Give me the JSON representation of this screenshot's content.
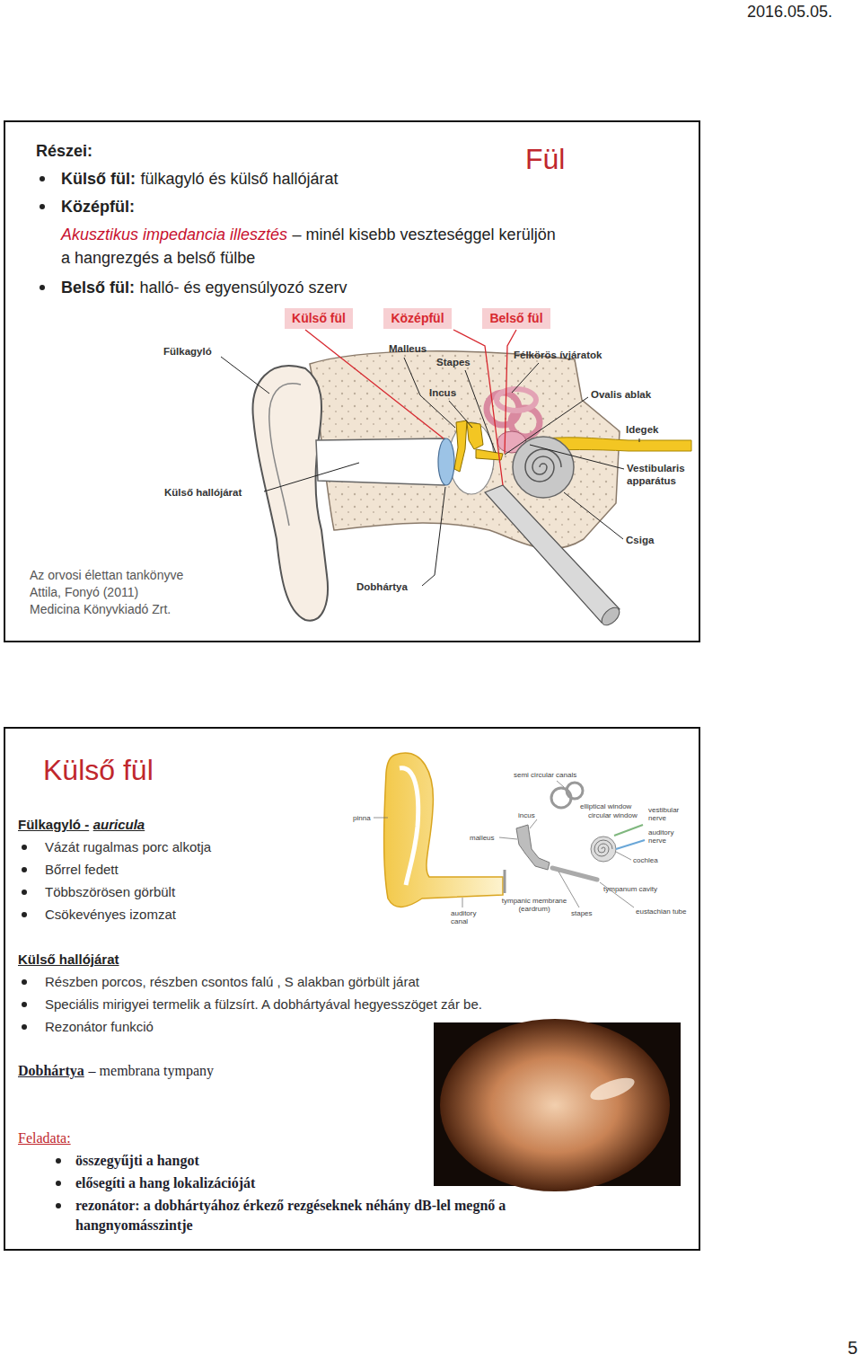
{
  "diagram": {
    "nodes": [
      {
        "text": [
          "Részei:",
          "Külső fül:",
          "fülkagyló és külső hallójárat",
          "Középfül:",
          "Akusztikus impedancia illesztés",
          "– minél kisebb veszteséggel kerüljön a hangrezgés a belső fülbe",
          "Belső fül:",
          "halló- és egyensúlyozó szerv",
          "Fül",
          "Az orvosi élettan tankönyve",
          "Attila, Fonyó (2011)",
          "Medicina Könyvkiadó Zrt."
        ]
      },
      {
        "text": [
          "Külső fül"
        ],
        "in": 0
      },
      {
        "text": [
          "Középfül"
        ],
        "in": 0
      },
      {
        "text": [
          "Belső fül"
        ],
        "in": 0
      },
      {
        "text": [
          "Külső fül",
          "Fülkagyló -",
          "auricula",
          "Vázát rugalmas porc alkotja",
          "Bőrrel fedett",
          "Többszörösen görbült",
          "Csökevényes izomzat",
          "Külső hallójárat",
          "Részben porcos, részben csontos falú , S alakban görbült járat",
          "Speciális mirigyei termelik a fülzsírt. A dobhártyával hegyesszöget zár be.",
          "Rezonátor funkció",
          "Dobhártya",
          "– membrana tympany",
          "Feladata:",
          "összegyűjti a hangot",
          "elősegíti a hang lokalizációját",
          "rezonátor: a dobhártyához érkező rezgéseknek néhány dB-lel megnő a hangnyomásszintje"
        ]
      }
    ],
    "labels": [
      "2016.05.05.",
      "Fülkagyló",
      "Malleus",
      "Stapes",
      "Félkörös ívjáratok",
      "Incus",
      "Ovalis ablak",
      "Idegek",
      "Vestibularis apparátus",
      "Külső hallójárat",
      "Csiga",
      "Dobhártya",
      "pinna",
      "semi circular canals",
      "elliptical window",
      "circular window",
      "vestibular nerve",
      "incus",
      "auditory nerve",
      "malleus",
      "cochlea",
      "tympanum cavity",
      "tympanic membrane (eardrum)",
      "auditory canal",
      "stapes",
      "eustachian tube",
      "5"
    ]
  }
}
